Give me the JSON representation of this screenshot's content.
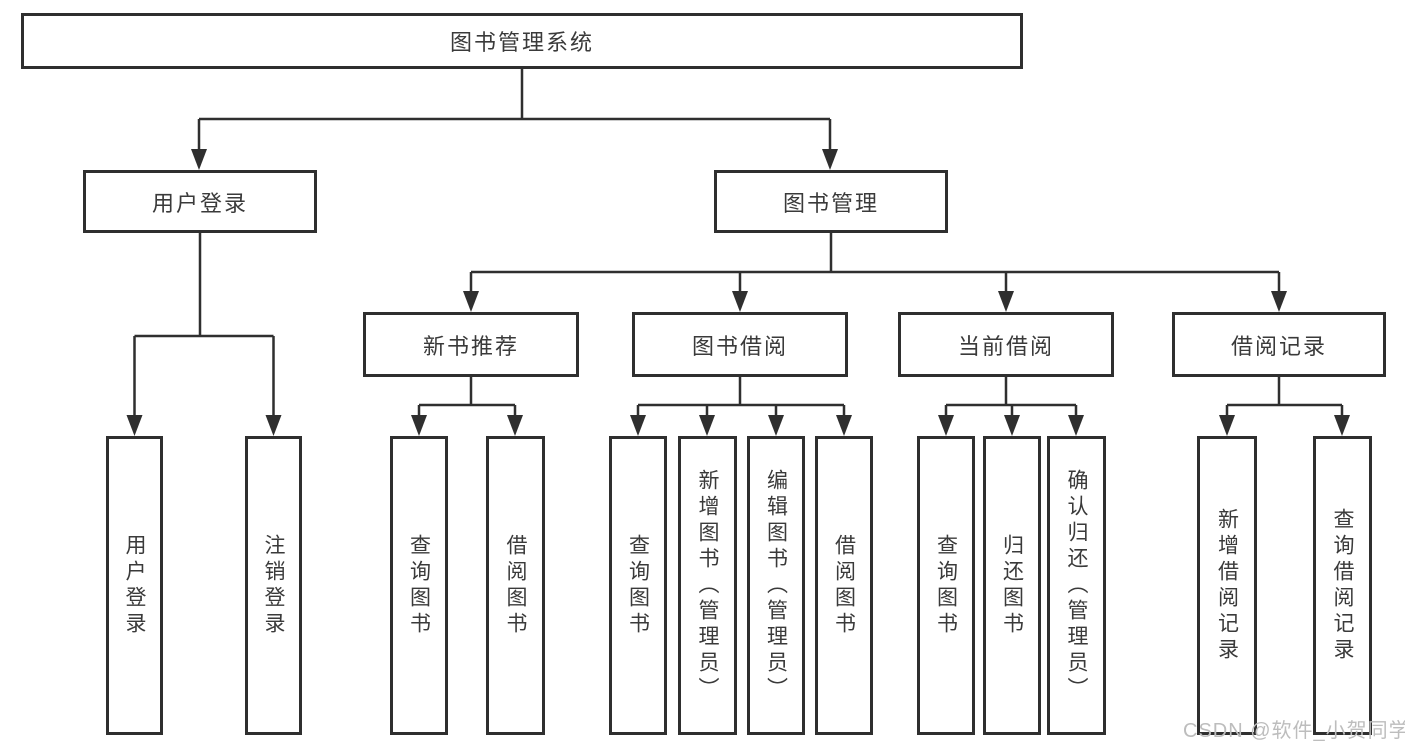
{
  "nodes": {
    "root": "图书管理系统",
    "user_login": "用户登录",
    "book_mgmt": "图书管理",
    "new_book_rec": "新书推荐",
    "book_borrow": "图书借阅",
    "current_borrow": "当前借阅",
    "borrow_records": "借阅记录",
    "ul_user_login": "用户登录",
    "ul_logout": "注销登录",
    "nb_query_books": "查询图书",
    "nb_borrow_books": "借阅图书",
    "bb_query_books": "查询图书",
    "bb_add_books": "新增图书（管理员）",
    "bb_edit_books": "编辑图书（管理员）",
    "bb_borrow_books": "借阅图书",
    "cb_query_books": "查询图书",
    "cb_return_books": "归还图书",
    "cb_confirm_return": "确认归还（管理员）",
    "br_add_record": "新增借阅记录",
    "br_query_record": "查询借阅记录"
  },
  "structure": {
    "root": [
      "user_login",
      "book_mgmt"
    ],
    "user_login": [
      "ul_user_login",
      "ul_logout"
    ],
    "book_mgmt": [
      "new_book_rec",
      "book_borrow",
      "current_borrow",
      "borrow_records"
    ],
    "new_book_rec": [
      "nb_query_books",
      "nb_borrow_books"
    ],
    "book_borrow": [
      "bb_query_books",
      "bb_add_books",
      "bb_edit_books",
      "bb_borrow_books"
    ],
    "current_borrow": [
      "cb_query_books",
      "cb_return_books",
      "cb_confirm_return"
    ],
    "borrow_records": [
      "br_add_record",
      "br_query_record"
    ]
  },
  "watermark": "CSDN @软件_小贺同学",
  "colors": {
    "line": "#2f2f2f",
    "text": "#3a3a3a",
    "background": "#ffffff",
    "watermark": "#bdbdbd"
  }
}
